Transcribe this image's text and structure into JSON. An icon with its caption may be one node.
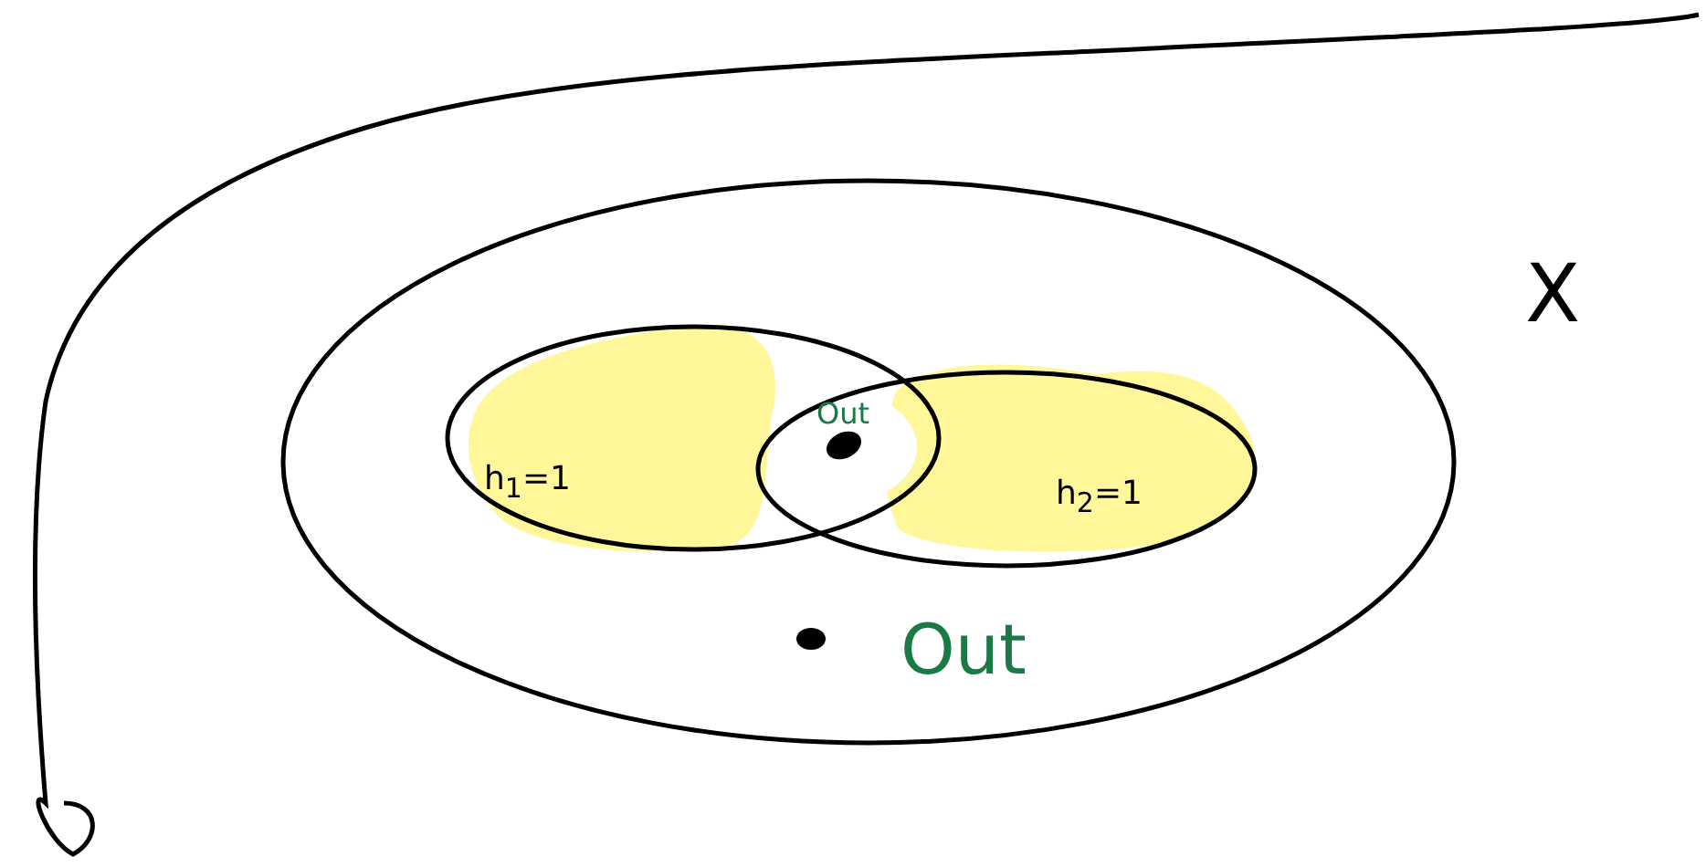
{
  "diagram": {
    "nodes": [
      {
        "text": [
          "Out"
        ]
      },
      {
        "text": [
          "h$_{1}$=1"
        ],
        "in": 0
      },
      {
        "text": [
          "h$_{2}$=1"
        ],
        "in": 0
      }
    ],
    "labels": [
      "X",
      "Out"
    ]
  }
}
